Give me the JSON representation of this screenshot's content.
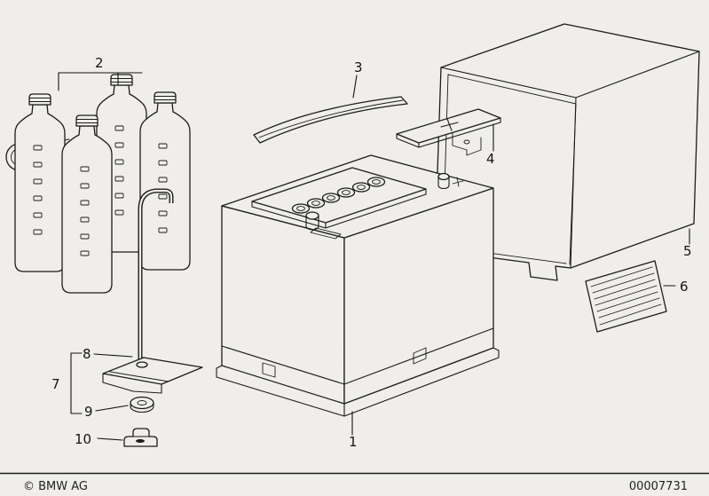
{
  "page": {
    "background_color": "#efeeea",
    "line_color": "#1c1c1c",
    "text_color": "#141414"
  },
  "callouts": [
    {
      "number": "1"
    },
    {
      "number": "2"
    },
    {
      "number": "3"
    },
    {
      "number": "4"
    },
    {
      "number": "5"
    },
    {
      "number": "6"
    },
    {
      "number": "7"
    },
    {
      "number": "8"
    },
    {
      "number": "9"
    },
    {
      "number": "10"
    }
  ],
  "footer": {
    "copyright": "© BMW AG",
    "document_number": "00007731"
  }
}
